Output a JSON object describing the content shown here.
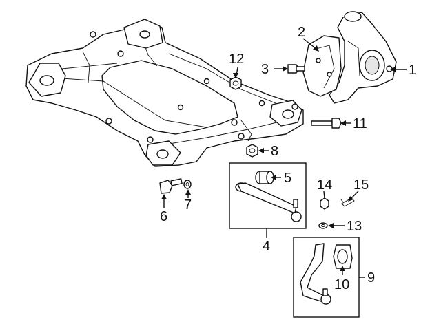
{
  "callouts": {
    "c1": "1",
    "c2": "2",
    "c3": "3",
    "c4": "4",
    "c5": "5",
    "c6": "6",
    "c7": "7",
    "c8": "8",
    "c9": "9",
    "c10": "10",
    "c11": "11",
    "c12": "12",
    "c13": "13",
    "c14": "14",
    "c15": "15"
  },
  "colors": {
    "line": "#111111",
    "fill": "#ffffff",
    "shade": "#e6e6e6"
  }
}
